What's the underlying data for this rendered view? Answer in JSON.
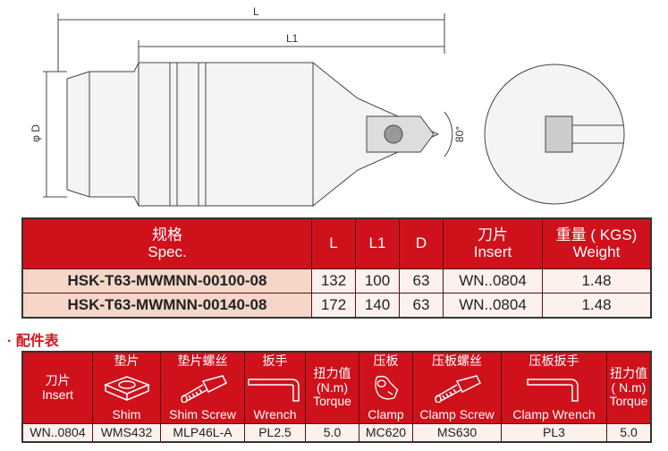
{
  "drawing": {
    "dim_L": "L",
    "dim_L1": "L1",
    "dim_D": "φ D",
    "angle": "80°"
  },
  "spec_table": {
    "headers": [
      {
        "cn": "规格",
        "en": "Spec."
      },
      {
        "en": "L"
      },
      {
        "en": "L1"
      },
      {
        "en": "D"
      },
      {
        "cn": "刀片",
        "en": "Insert"
      },
      {
        "cn": "重量 ( KGS)",
        "en": "Weight"
      }
    ],
    "rows": [
      [
        "HSK-T63-MWMNN-00100-08",
        "132",
        "100",
        "63",
        "WN..0804",
        "1.48"
      ],
      [
        "HSK-T63-MWMNN-00140-08",
        "172",
        "140",
        "63",
        "WN..0804",
        "1.48"
      ]
    ]
  },
  "accessories": {
    "title": "· 配件表",
    "headers": [
      {
        "cn": "刀片",
        "en": "Insert",
        "icon": "none"
      },
      {
        "cn": "垫片",
        "en": "Shim",
        "icon": "shim-icon"
      },
      {
        "cn": "垫片螺丝",
        "en": "Shim Screw",
        "icon": "screw-icon"
      },
      {
        "cn": "扳手",
        "en": "Wrench",
        "icon": "wrench-icon"
      },
      {
        "cn": "扭力值",
        "unit": "(N.m)",
        "en": "Torque",
        "icon": "none"
      },
      {
        "cn": "压板",
        "en": "Clamp",
        "icon": "clamp-icon"
      },
      {
        "cn": "压板螺丝",
        "en": "Clamp Screw",
        "icon": "screw-icon"
      },
      {
        "cn": "压板扳手",
        "en": "Clamp Wrench",
        "icon": "wrench-icon"
      },
      {
        "cn": "扭力值",
        "unit": "( N.m)",
        "en": "Torque",
        "icon": "none"
      }
    ],
    "row": [
      "WN..0804",
      "WMS432",
      "MLP46L-A",
      "PL2.5",
      "5.0",
      "MC620",
      "MS630",
      "PL3",
      "5.0"
    ]
  },
  "colors": {
    "header_red": "#cf111b",
    "spec_bg": "#f5d6c8",
    "row_bg": "#fcf1ec"
  }
}
